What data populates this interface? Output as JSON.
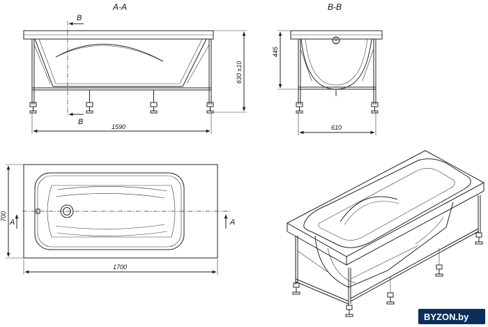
{
  "sections": {
    "aa": "A-A",
    "bb": "B-B"
  },
  "cut_marks": {
    "b": "B",
    "a": "A"
  },
  "dimensions": {
    "section_aa_length": "1590",
    "section_aa_height": "630 ±10",
    "section_bb_width": "610",
    "section_bb_depth": "445",
    "plan_length": "1700",
    "plan_width": "700"
  },
  "watermark": {
    "text": "BYZON.by",
    "background": "#0b2f5a"
  }
}
